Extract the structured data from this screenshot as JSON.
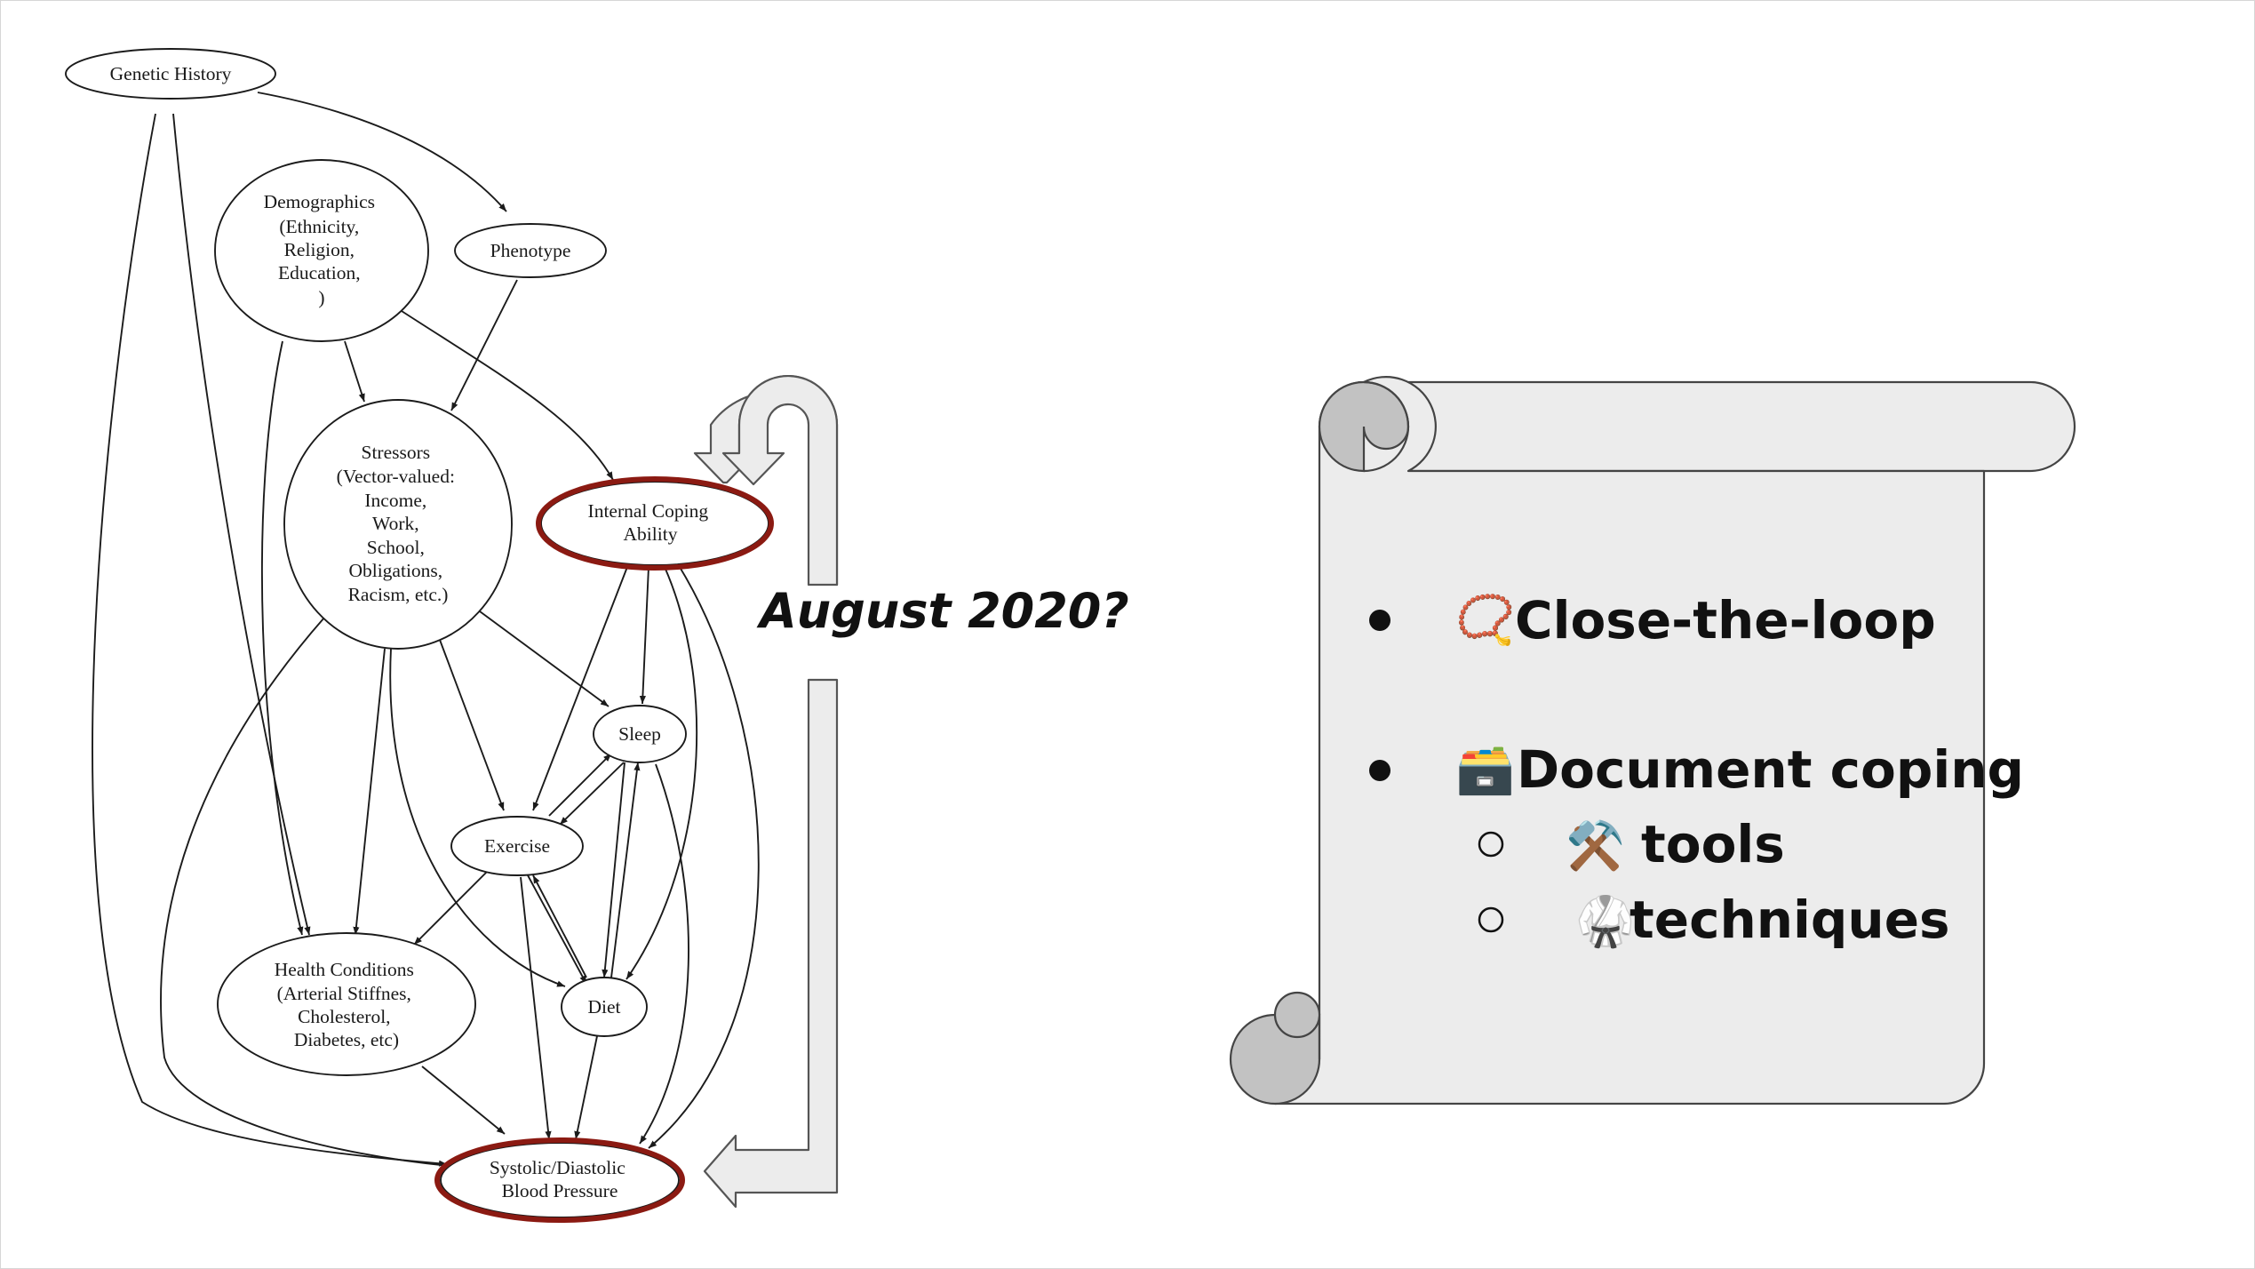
{
  "diagram": {
    "nodes": {
      "genetic_history": [
        "Genetic History"
      ],
      "demographics": [
        "Demographics",
        "(Ethnicity,",
        "Religion,",
        "Education,",
        ")"
      ],
      "phenotype": [
        "Phenotype"
      ],
      "stressors": [
        "Stressors",
        "(Vector-valued:",
        "Income,",
        "Work,",
        "School,",
        "Obligations,",
        "Racism, etc.)"
      ],
      "internal_coping": [
        "Internal Coping",
        "Ability"
      ],
      "sleep": [
        "Sleep"
      ],
      "exercise": [
        "Exercise"
      ],
      "health_conditions": [
        "Health Conditions",
        "(Arterial Stiffnes,",
        "Cholesterol,",
        "Diabetes, etc)"
      ],
      "diet": [
        "Diet"
      ],
      "blood_pressure": [
        "Systolic/Diastolic",
        "Blood Pressure"
      ]
    },
    "highlighted_nodes": [
      "internal_coping",
      "blood_pressure"
    ],
    "highlight_color": "#8b1a12"
  },
  "loop_label": "August 2020?",
  "scroll": {
    "items": [
      {
        "icon": "prayer-beads-icon",
        "icon_glyph": "📿",
        "text": "Close-the-loop",
        "level": 1
      },
      {
        "icon": "file-cabinet-icon",
        "icon_glyph": "🗃️",
        "text": "Document coping",
        "level": 1
      },
      {
        "icon": "hammer-and-pick-icon",
        "icon_glyph": "⚒️",
        "text": "tools",
        "level": 2
      },
      {
        "icon": "martial-arts-uniform-icon",
        "icon_glyph": "🥋",
        "text": "techniques",
        "level": 2
      }
    ]
  }
}
